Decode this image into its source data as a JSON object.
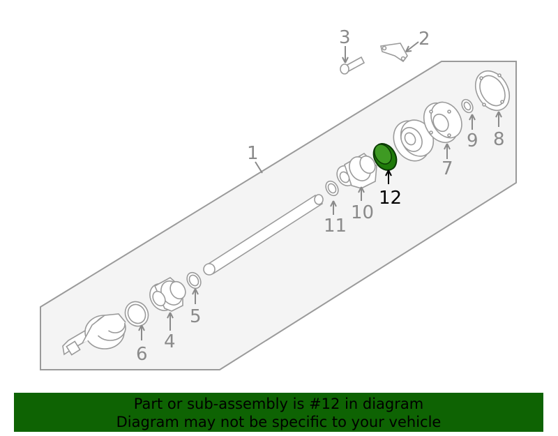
{
  "callouts": [
    {
      "label": "1",
      "highlight": false
    },
    {
      "label": "2",
      "highlight": false
    },
    {
      "label": "3",
      "highlight": false
    },
    {
      "label": "4",
      "highlight": false
    },
    {
      "label": "5",
      "highlight": false
    },
    {
      "label": "6",
      "highlight": false
    },
    {
      "label": "7",
      "highlight": false
    },
    {
      "label": "8",
      "highlight": false
    },
    {
      "label": "9",
      "highlight": false
    },
    {
      "label": "10",
      "highlight": false
    },
    {
      "label": "11",
      "highlight": false
    },
    {
      "label": "12",
      "highlight": true
    }
  ],
  "banner": {
    "line1": "Part or sub-assembly is #12 in diagram",
    "line2": "Diagram may not be specific to your vehicle"
  },
  "colors": {
    "banner_bg": "#0e6303",
    "highlight_part": "#1f7a0a",
    "line_gray": "#9a9a9a",
    "panel_bg": "#f4f4f4"
  }
}
